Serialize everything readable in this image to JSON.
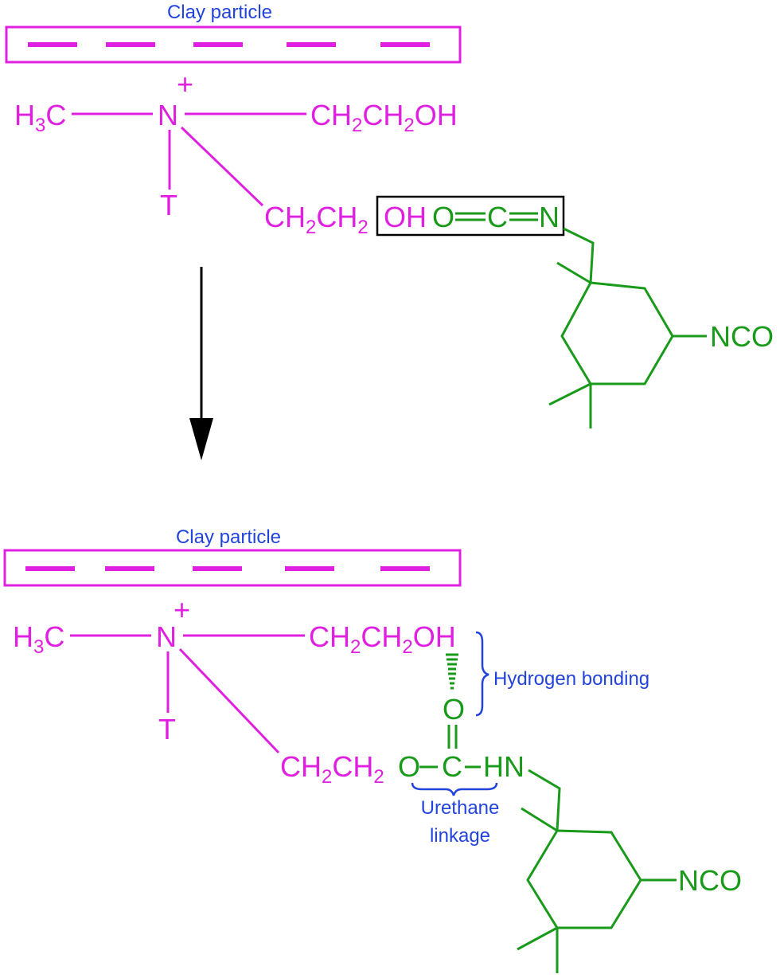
{
  "top": {
    "clay_label": "Clay particle",
    "ch3": {
      "main": "H",
      "sub": "3",
      "tail": "C"
    },
    "n": "N",
    "plus": "+",
    "t": "T",
    "ethanol1": {
      "a": "CH",
      "s1": "2",
      "b": "CH",
      "s2": "2",
      "c": "OH"
    },
    "ethanol2": {
      "a": "CH",
      "s1": "2",
      "b": "CH",
      "s2": "2"
    },
    "oh": "OH",
    "iso_o": "O",
    "iso_c": "C",
    "iso_n": "N",
    "nco": "NCO"
  },
  "bottom": {
    "clay_label": "Clay particle",
    "ch3": {
      "main": "H",
      "sub": "3",
      "tail": "C"
    },
    "n": "N",
    "plus": "+",
    "t": "T",
    "ethanol1": {
      "a": "CH",
      "s1": "2",
      "b": "CH",
      "s2": "2",
      "c": "OH"
    },
    "ethanol2": {
      "a": "CH",
      "s1": "2",
      "b": "CH",
      "s2": "2"
    },
    "carbonyl_o": "O",
    "u_o": "O",
    "u_c": "C",
    "u_hn": "HN",
    "hbond_label": "Hydrogen bonding",
    "urethane_label1": "Urethane",
    "urethane_label2": "linkage",
    "nco": "NCO"
  },
  "colors": {
    "magenta": "#e020e0",
    "green": "#1a9a1a",
    "blue": "#2244dd",
    "black": "#000000"
  }
}
